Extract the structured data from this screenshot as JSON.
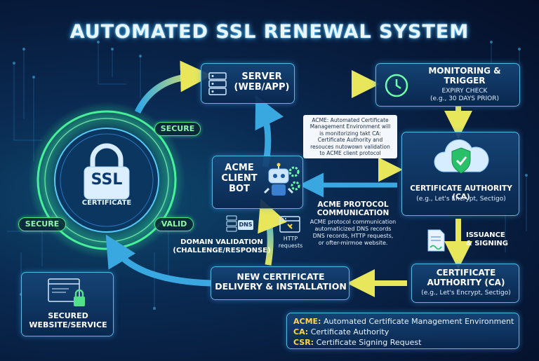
{
  "title": "AUTOMATED SSL RENEWAL SYSTEM",
  "nodes": {
    "server": "SERVER\n(WEB/APP)",
    "monitoring": {
      "title": "MONITORING &\nTRIGGER",
      "subtitle": "EXPIRY CHECK\n(e.g., 30 DAYS PRIOR)"
    },
    "ca_top": {
      "title": "CERTIFICATE AUTHORITY (CA)",
      "subtitle": "(e.g., Let's Encrypt, Sectigo)"
    },
    "acme_bot": "ACME\nCLIENT\nBOT",
    "ca_bottom": {
      "title": "CERTIFICATE\nAUTHORITY (CA)",
      "subtitle": "(e.g., Let's Encrypt, Sectigo)"
    },
    "delivery": "NEW CERTIFICATE\nDELIVERY & INSTALLATION",
    "website": "SECURED\nWEBSITE/SERVICE"
  },
  "ssl_emblem": {
    "lock_text": "SSL",
    "caption": "CERTIFICATE",
    "badges": [
      "SECURE",
      "SECURE",
      "VALID"
    ]
  },
  "notes": {
    "acme_info": "ACME: Automated Certificate\nManagement Environment will\nis monitorizing takt CA:\nCertificate Authority and\nresouces nutowown validation\nto ACME client protocol",
    "protocol_title": "ACME PROTOCOL\nCOMMUNICATION",
    "protocol_body": "ACME protocol communication\nautomaticized DNS records\nDNS records, HTTP requests,\nor ofter-mirmoe website.",
    "domain_validation": "DOMAIN VALIDATION\n(CHALLENGE/RESPONSE)",
    "http_requests": "HTTP\nrequests",
    "dns_icon_text": "DNS",
    "issuance": "ISSUANCE\n& SIGNING"
  },
  "legend": [
    {
      "key": "ACME:",
      "text": " Automated Certificate Management Environment"
    },
    {
      "key": "CA:",
      "text": " Certificate Authority"
    },
    {
      "key": "CSR:",
      "text": " Certificate Signing Request"
    }
  ],
  "colors": {
    "accent_blue": "#56b8e6",
    "accent_green": "#53e08a",
    "legend_key": "#ffd93b",
    "arrow_yellow": "#e8e65a"
  }
}
